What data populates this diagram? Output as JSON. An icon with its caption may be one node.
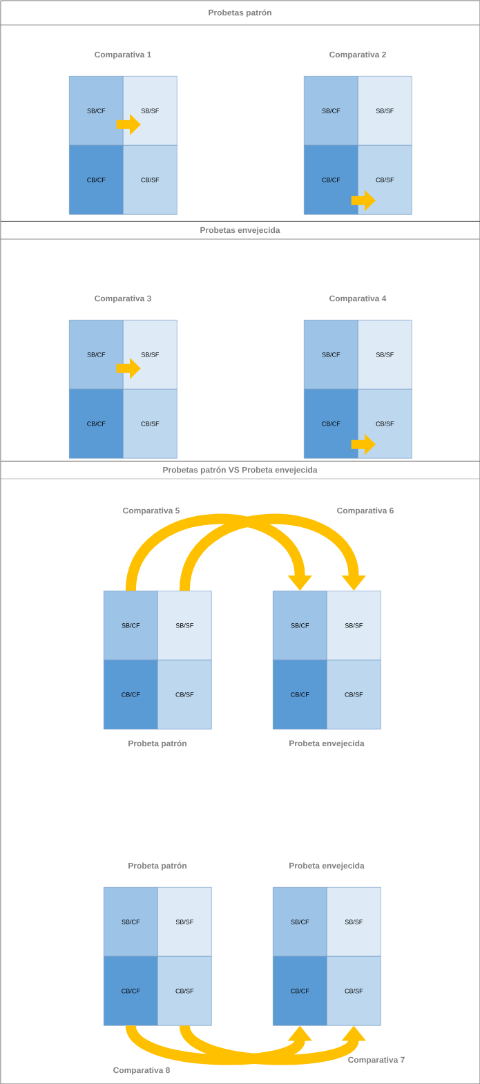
{
  "diagram": {
    "nodes": [
      {
        "text": [
          "Probetas patrón"
        ]
      },
      {
        "text": [
          "SB/CF"
        ],
        "in": 0
      },
      {
        "text": [
          "SB/SF"
        ],
        "in": 0
      },
      {
        "text": [
          "CB/CF"
        ],
        "in": 0
      },
      {
        "text": [
          "CB/SF"
        ],
        "in": 0
      },
      {
        "text": [
          "SB/CF"
        ],
        "in": 0
      },
      {
        "text": [
          "SB/SF"
        ],
        "in": 0
      },
      {
        "text": [
          "CB/CF"
        ],
        "in": 0
      },
      {
        "text": [
          "CB/SF"
        ],
        "in": 0
      },
      {
        "text": [
          "Probetas envejecida"
        ]
      },
      {
        "text": [
          "SB/CF"
        ],
        "in": 9
      },
      {
        "text": [
          "SB/SF"
        ],
        "in": 9
      },
      {
        "text": [
          "CB/CF"
        ],
        "in": 9
      },
      {
        "text": [
          "CB/SF"
        ],
        "in": 9
      },
      {
        "text": [
          "SB/CF"
        ],
        "in": 9
      },
      {
        "text": [
          "SB/SF"
        ],
        "in": 9
      },
      {
        "text": [
          "CB/CF"
        ],
        "in": 9
      },
      {
        "text": [
          "CB/SF"
        ],
        "in": 9
      },
      {
        "text": [
          "Probetas patrón VS Probeta envejecida"
        ]
      },
      {
        "text": [
          "SB/CF"
        ],
        "in": 18
      },
      {
        "text": [
          "SB/SF"
        ],
        "in": 18
      },
      {
        "text": [
          "CB/CF"
        ],
        "in": 18
      },
      {
        "text": [
          "CB/SF"
        ],
        "in": 18
      },
      {
        "text": [
          "SB/CF"
        ],
        "in": 18
      },
      {
        "text": [
          "SB/SF"
        ],
        "in": 18
      },
      {
        "text": [
          "CB/CF"
        ],
        "in": 18
      },
      {
        "text": [
          "CB/SF"
        ],
        "in": 18
      },
      {
        "text": [
          "SB/CF"
        ],
        "in": 18
      },
      {
        "text": [
          "SB/SF"
        ],
        "in": 18
      },
      {
        "text": [
          "CB/CF"
        ],
        "in": 18
      },
      {
        "text": [
          "CB/SF"
        ],
        "in": 18
      },
      {
        "text": [
          "SB/CF"
        ],
        "in": 18
      },
      {
        "text": [
          "SB/SF"
        ],
        "in": 18
      },
      {
        "text": [
          "CB/CF"
        ],
        "in": 18
      },
      {
        "text": [
          "CB/SF"
        ],
        "in": 18
      }
    ],
    "edges": [
      {
        "from": 1,
        "to": 2,
        "arrow": "to"
      },
      {
        "from": 7,
        "to": 8,
        "arrow": "to"
      },
      {
        "from": 10,
        "to": 11,
        "arrow": "to"
      },
      {
        "from": 16,
        "to": 17,
        "arrow": "to"
      },
      {
        "from": 19,
        "to": 23,
        "arrow": "to",
        "label": "Comparativa 5"
      },
      {
        "from": 20,
        "to": 24,
        "arrow": "to",
        "label": "Comparativa 6"
      },
      {
        "from": 29,
        "to": 33,
        "arrow": "to",
        "label": "Comparativa 8"
      },
      {
        "from": 30,
        "to": 34,
        "arrow": "to",
        "label": "Comparativa 7"
      }
    ],
    "labels": [
      "Comparativa 1",
      "Comparativa 2",
      "Comparativa 3",
      "Comparativa 4",
      "Probeta patrón",
      "Probeta envejecida",
      "Probeta patrón",
      "Probeta envejecida"
    ]
  }
}
